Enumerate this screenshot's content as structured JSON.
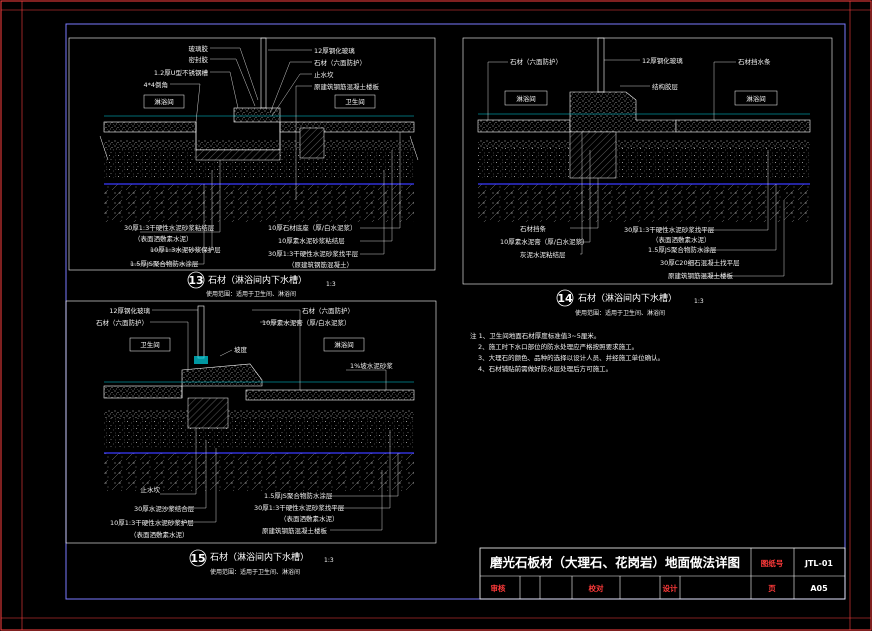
{
  "details": [
    {
      "number": "13",
      "title": "石材（淋浴间内下水槽）",
      "usage": "使用范围：适用于卫生间、淋浴间",
      "scale": "1:3",
      "left_room": "淋浴间",
      "right_room": "卫生间",
      "top_labels": [
        "玻璃胶",
        "密封胶",
        "1.2厚U型不锈钢槽",
        "4*4倒角"
      ],
      "top_right_labels": [
        "12厚钢化玻璃",
        "石材（六面防护）",
        "止水坎",
        "原建筑钢筋混凝土楼板"
      ],
      "bottom_left_labels": [
        "30厚1:3干硬性水泥砂浆粘结层",
        "（表面洒敷素水泥）",
        "10厚1:3水泥砂浆保护层",
        "1.5厚JS聚合物防水涂层"
      ],
      "bottom_right_labels": [
        "10厚石材底座（厚/白水泥浆）",
        "10厚素水泥砂浆粘结层",
        "30厚1:3干硬性水泥砂浆找平层",
        "（原建筑钢筋混凝土）"
      ]
    },
    {
      "number": "14",
      "title": "石材（淋浴间内下水槽）",
      "usage": "使用范围：适用于卫生间、淋浴间",
      "scale": "1:3",
      "left_room": "淋浴间",
      "right_room": "淋浴间",
      "top_labels": [
        "石材（六面防护）"
      ],
      "top_mid_labels": [
        "12厚钢化玻璃",
        "结构胶层"
      ],
      "top_right_labels": [
        "石材挡水条"
      ],
      "bottom_left_labels": [
        "石材挡条",
        "10厚素水泥膏（厚/白水泥浆）",
        "灰泥水泥粘结层"
      ],
      "bottom_right_labels": [
        "30厚1:3干硬性水泥砂浆找平层",
        "（表面洒敷素水泥）",
        "1.5厚JS聚合物防水涂层",
        "30厚C20细石混凝土找平层",
        "原建筑钢筋混凝土楼板"
      ]
    },
    {
      "number": "15",
      "title": "石材（淋浴间内下水槽）",
      "usage": "使用范围：适用于卫生间、淋浴间",
      "scale": "1:3",
      "left_room": "卫生间",
      "right_room": "淋浴间",
      "top_labels": [
        "12厚钢化玻璃",
        "石材（六面防护）"
      ],
      "slope_label": "坡度",
      "top_right_labels": [
        "石材（六面防护）",
        "10厚素水泥膏（厚/白水泥浆）",
        "1%坡水泥砂浆"
      ],
      "bottom_left_labels": [
        "止水坎",
        "30厚水泥沙浆结合层",
        "10厚1:3干硬性水泥砂浆护层",
        "（表面洒敷素水泥）"
      ],
      "bottom_right_labels": [
        "1.5厚JS聚合物防水涂层",
        "30厚1:3干硬性水泥砂浆找平层",
        "（表面洒敷素水泥）",
        "原建筑钢筋混凝土楼板"
      ]
    }
  ],
  "notes": [
    "注 1、卫生间地面石材厚度标准值3~5厘米。",
    "2、施工时下水口部位的防水处理应严格按照要求施工。",
    "3、大理石的颜色、品种的选择以设计人员、并经施工单位确认。",
    "4、石材铺贴前需做好防水层处理后方可施工。"
  ],
  "title_block": {
    "drawing_title": "磨光石板材（大理石、花岗岩）地面做法详图",
    "drawing_no_label": "图纸号",
    "drawing_no": "JTL-01",
    "page_label": "页",
    "page_no": "A05",
    "row_labels": [
      "审核",
      "校对",
      "设计"
    ]
  },
  "colors": {
    "background": "#000000",
    "frame": "#ff4040",
    "inner_border": "#6e6eff",
    "lines": "#ffffff",
    "hatch": "#cfcfcf",
    "water_line": "#3b3bff",
    "cyan": "#00d7e6"
  }
}
